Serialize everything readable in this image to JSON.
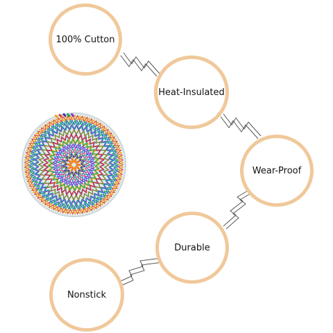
{
  "features": [
    {
      "label": "100% Cutton"
    },
    {
      "label": "Heat-Insulated"
    },
    {
      "label": "Wear-Proof"
    },
    {
      "label": "Durable"
    },
    {
      "label": "Nonstick"
    }
  ],
  "colors": {
    "circle_border": "#f0c89a",
    "connector_stroke": "#555555",
    "coaster_base": "#e2ecef"
  },
  "product_image": {
    "icon": "woven-cotton-coaster-image"
  }
}
